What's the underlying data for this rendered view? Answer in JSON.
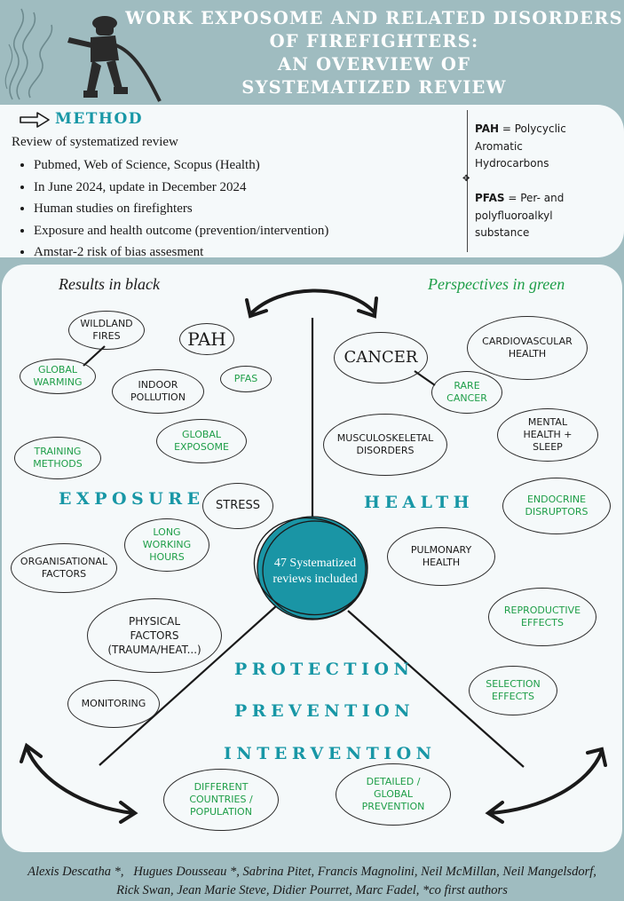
{
  "title_lines": [
    "WORK EXPOSOME AND RELATED DISORDERS",
    "OF FIREFIGHTERS:",
    "AN OVERVIEW OF",
    "SYSTEMATIZED REVIEW"
  ],
  "method": {
    "heading": "METHOD",
    "subtitle": "Review of systematized review",
    "items": [
      "Pubmed, Web of Science, Scopus (Health)",
      "In June 2024, update in December 2024",
      "Human studies on firefighters",
      "Exposure and health outcome (prevention/intervention)",
      "Amstar-2 risk of bias assesment"
    ]
  },
  "glossary": [
    {
      "term": "PAH",
      "definition": " = Polycyclic Aromatic Hydrocarbons"
    },
    {
      "term": "PFAS",
      "definition": " = Per- and polyfluoroalkyl substance"
    }
  ],
  "legend": {
    "results": "Results in black",
    "perspectives": "Perspectives in green"
  },
  "center": "47 Systematized reviews included",
  "sections": {
    "exposure": "EXPOSURE",
    "health": "HEALTH",
    "protection": "PROTECTION",
    "prevention": "PREVENTION",
    "intervention": "INTERVENTION"
  },
  "nodes": {
    "wildland": "WILDLAND FIRES",
    "pah": "PAH",
    "global_warming": "GLOBAL WARMING",
    "indoor": "INDOOR POLLUTION",
    "pfas": "PFAS",
    "training": "TRAINING METHODS",
    "global_exposome": "GLOBAL EXPOSOME",
    "stress": "STRESS",
    "long_hours": "LONG WORKING HOURS",
    "organisational": "ORGANISATIONAL FACTORS",
    "physical": "PHYSICAL FACTORS (TRAUMA/HEAT...)",
    "monitoring": "MONITORING",
    "cancer": "CANCER",
    "cardio": "CARDIOVASCULAR HEALTH",
    "rare_cancer": "RARE CANCER",
    "musculo": "MUSCULOSKELETAL DISORDERS",
    "mental": "MENTAL HEALTH + SLEEP",
    "endocrine": "ENDOCRINE DISRUPTORS",
    "pulmonary": "PULMONARY HEALTH",
    "reproductive": "REPRODUCTIVE EFFECTS",
    "selection": "SELECTION EFFECTS",
    "different_countries": "DIFFERENT COUNTRIES / POPULATION",
    "detailed_prevention": "DETAILED / GLOBAL PREVENTION"
  },
  "authors": [
    "Alexis Descatha *,   Hugues Dousseau *, Sabrina Pitet, Francis Magnolini, Neil McMillan, Neil Mangelsdorf,",
    "Rick Swan, Jean Marie Steve, Didier Pourret, Marc Fadel, *co first authors"
  ],
  "colors": {
    "accent": "#1897a6",
    "background": "#9fbcc0",
    "perspective": "#1e9e48",
    "center": "#1a95a5",
    "title": "#ffffff"
  },
  "icons": [
    "smoke-swirl-icon",
    "firefighter-hose-icon",
    "arrow-right-outline-icon",
    "curved-double-arrow-icon"
  ]
}
